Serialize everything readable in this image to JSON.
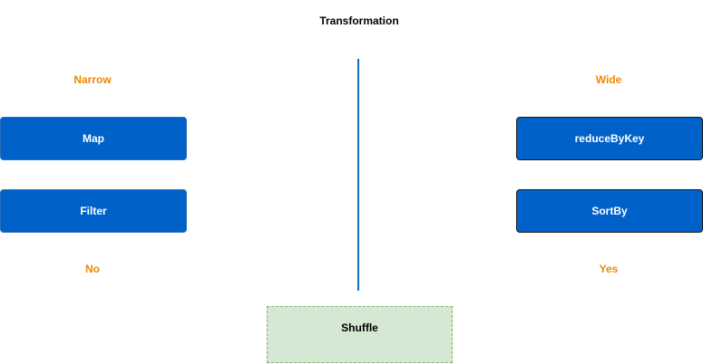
{
  "diagram": {
    "title": "Transformation",
    "left": {
      "heading": "Narrow",
      "items": [
        "Map",
        "Filter"
      ],
      "footer": "No"
    },
    "right": {
      "heading": "Wide",
      "items": [
        "reduceByKey",
        "SortBy"
      ],
      "footer": "Yes"
    },
    "bottom_box": "Shuffle",
    "colors": {
      "accent_orange": "#f08705",
      "box_blue": "#0061c9",
      "divider_blue": "#1769c4",
      "shuffle_fill": "#d5e8d4",
      "shuffle_border": "#82b366"
    }
  }
}
